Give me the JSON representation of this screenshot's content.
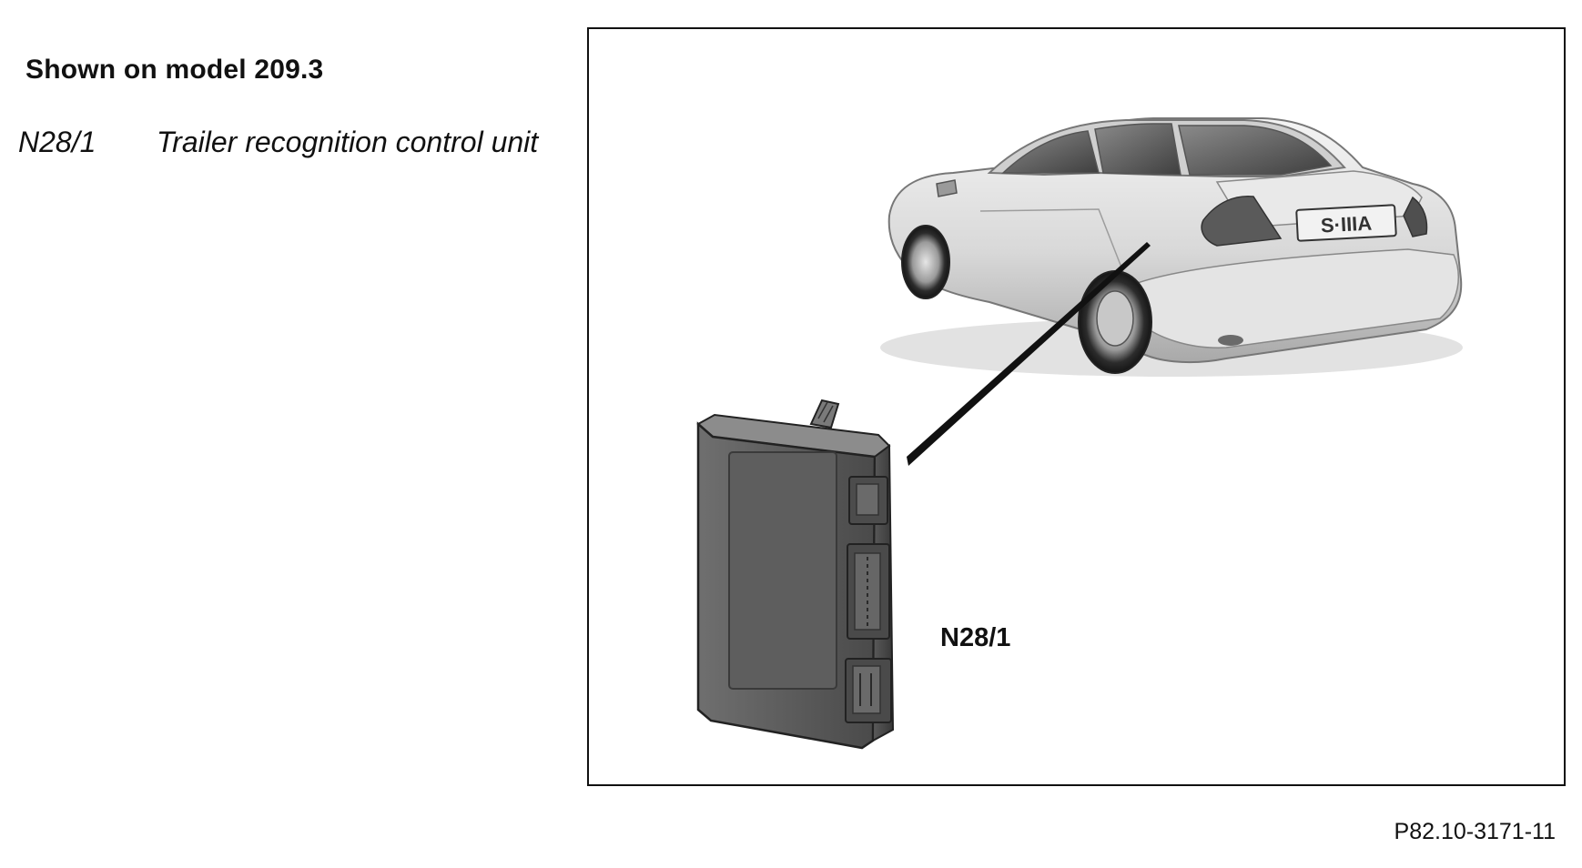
{
  "heading": "Shown on model 209.3",
  "legend": [
    {
      "code": "N28/1",
      "description": "Trailer recognition control unit"
    }
  ],
  "figure": {
    "callout_label": "N28/1",
    "plate_text": "S·IIIA",
    "illustration_items": [
      "car-illustration",
      "control-unit-illustration",
      "leader-line"
    ],
    "reference": "P82.10-3171-11"
  }
}
